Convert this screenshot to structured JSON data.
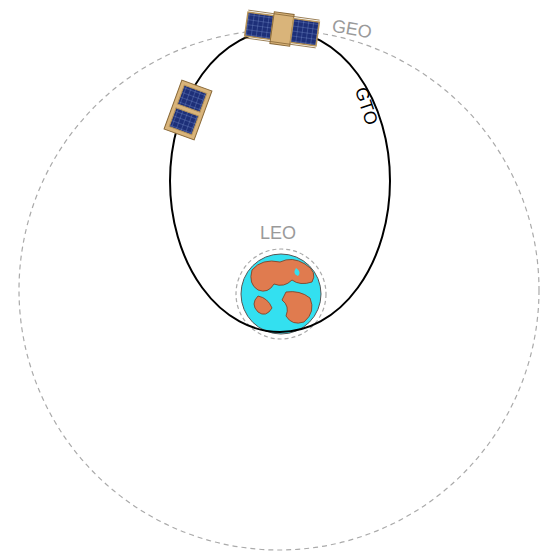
{
  "diagram": {
    "labels": [
      "GEO",
      "GTO",
      "LEO"
    ]
  }
}
